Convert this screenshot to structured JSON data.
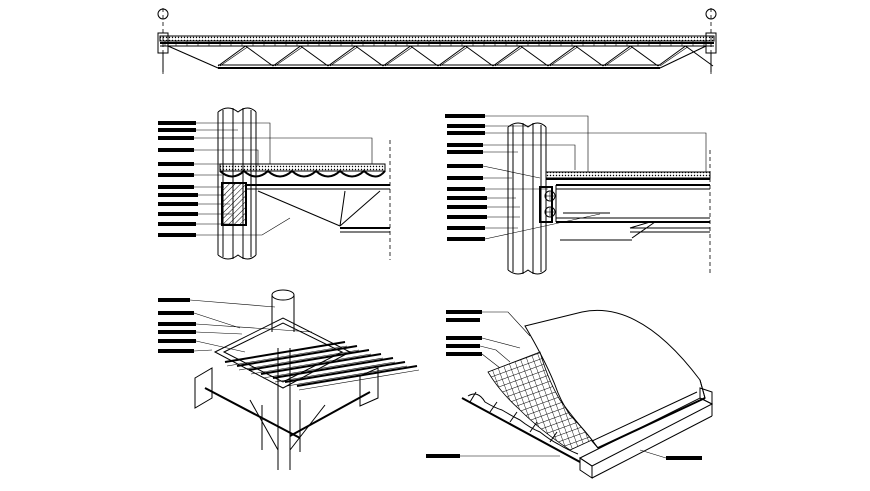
{
  "drawing": {
    "grid_markers": {
      "left": "",
      "right": ""
    },
    "views": [
      {
        "id": "truss-elevation"
      },
      {
        "id": "column-joist-section-left"
      },
      {
        "id": "column-beam-section-right"
      },
      {
        "id": "isometric-column-joists"
      },
      {
        "id": "isometric-deck-slab"
      }
    ],
    "colors": {
      "line": "#000000",
      "background": "#ffffff"
    }
  }
}
